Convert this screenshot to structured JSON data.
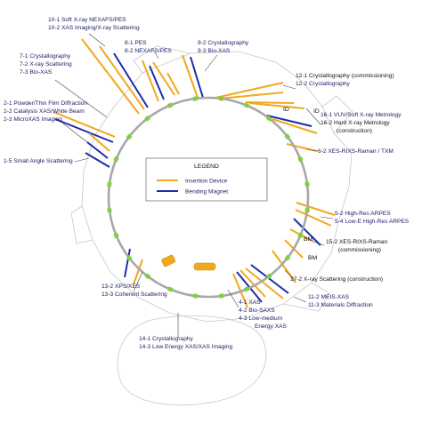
{
  "colors": {
    "ring": "#a8a8a8",
    "green_marker": "#7fd13a",
    "insertion_device": "#f2a81d",
    "bending_magnet": "#1a2ea8",
    "outline": "#c8c8c8",
    "leader": "#444444",
    "label_dark": "#111111",
    "label_blue": "#1a1a66"
  },
  "legend": {
    "title": "LEGEND",
    "insertion_device": "Insertion Device",
    "bending_magnet": "Bending Magnet"
  },
  "ring_tags": {
    "id_top": "ID",
    "id_right": "ID",
    "bm_upper": "BM",
    "bm_lower": "BM"
  },
  "beamline_groups": [
    {
      "lines": [
        "10-1  Soft X-ray NEXAFS/PES",
        "10-2  XAS Imaging/X-ray Scattering"
      ],
      "kind": "insertion"
    },
    {
      "lines": [
        "8-1  PES",
        "8-2  NEXAFS/PES"
      ],
      "kind": "insertion"
    },
    {
      "lines": [
        "9-2  Crystallography",
        "9-3  Bio-XAS"
      ],
      "kind": "mixed"
    },
    {
      "lines": [
        "7-1  Crystallography",
        "7-2  X-ray Scattering",
        "7-3  Bio-XAS"
      ],
      "kind": "mixed"
    },
    {
      "lines": [
        "12-1  Crystallography (commissioning)",
        "12-2  Crystallography"
      ],
      "kind": "insertion"
    },
    {
      "lines": [
        "2-1  Powder/Thin Film Diffraction",
        "2-2  Catalysis XAS/White Beam",
        "2-3  MicroXAS Imaging"
      ],
      "kind": "mixed"
    },
    {
      "lines": [
        "16-1  VUV/Soft X-ray Metrology",
        "16-2  Hard X-ray Metrology",
        "(construction)"
      ],
      "kind": "mixed"
    },
    {
      "lines": [
        "6-2  XES-RIXS-Raman / TXM"
      ],
      "kind": "insertion"
    },
    {
      "lines": [
        "1-5  Small Angle Scattering"
      ],
      "kind": "bending"
    },
    {
      "lines": [
        "5-2  High-Res ARPES",
        "5-4  Low-E High-Res ARPES"
      ],
      "kind": "insertion"
    },
    {
      "lines": [
        "15-2  XES-RIXS-Raman",
        "(commissioning)"
      ],
      "kind": "insertion"
    },
    {
      "lines": [
        "17-2  X-ray Scattering (construction)"
      ],
      "kind": "insertion"
    },
    {
      "lines": [
        "13-2  XPS/XES",
        "13-3  Coherent Scattering"
      ],
      "kind": "insertion"
    },
    {
      "lines": [
        "11-2  MEIS-XAS",
        "11-3  Materials Diffraction"
      ],
      "kind": "mixed"
    },
    {
      "lines": [
        "4-1  XAS",
        "4-2  Bio-SAXS",
        "4-3  Low-medium",
        "Energy XAS"
      ],
      "kind": "mixed"
    },
    {
      "lines": [
        "14-1  Crystallography",
        "14-3  Low Energy XAS/XAS Imaging"
      ],
      "kind": "mixed"
    }
  ]
}
